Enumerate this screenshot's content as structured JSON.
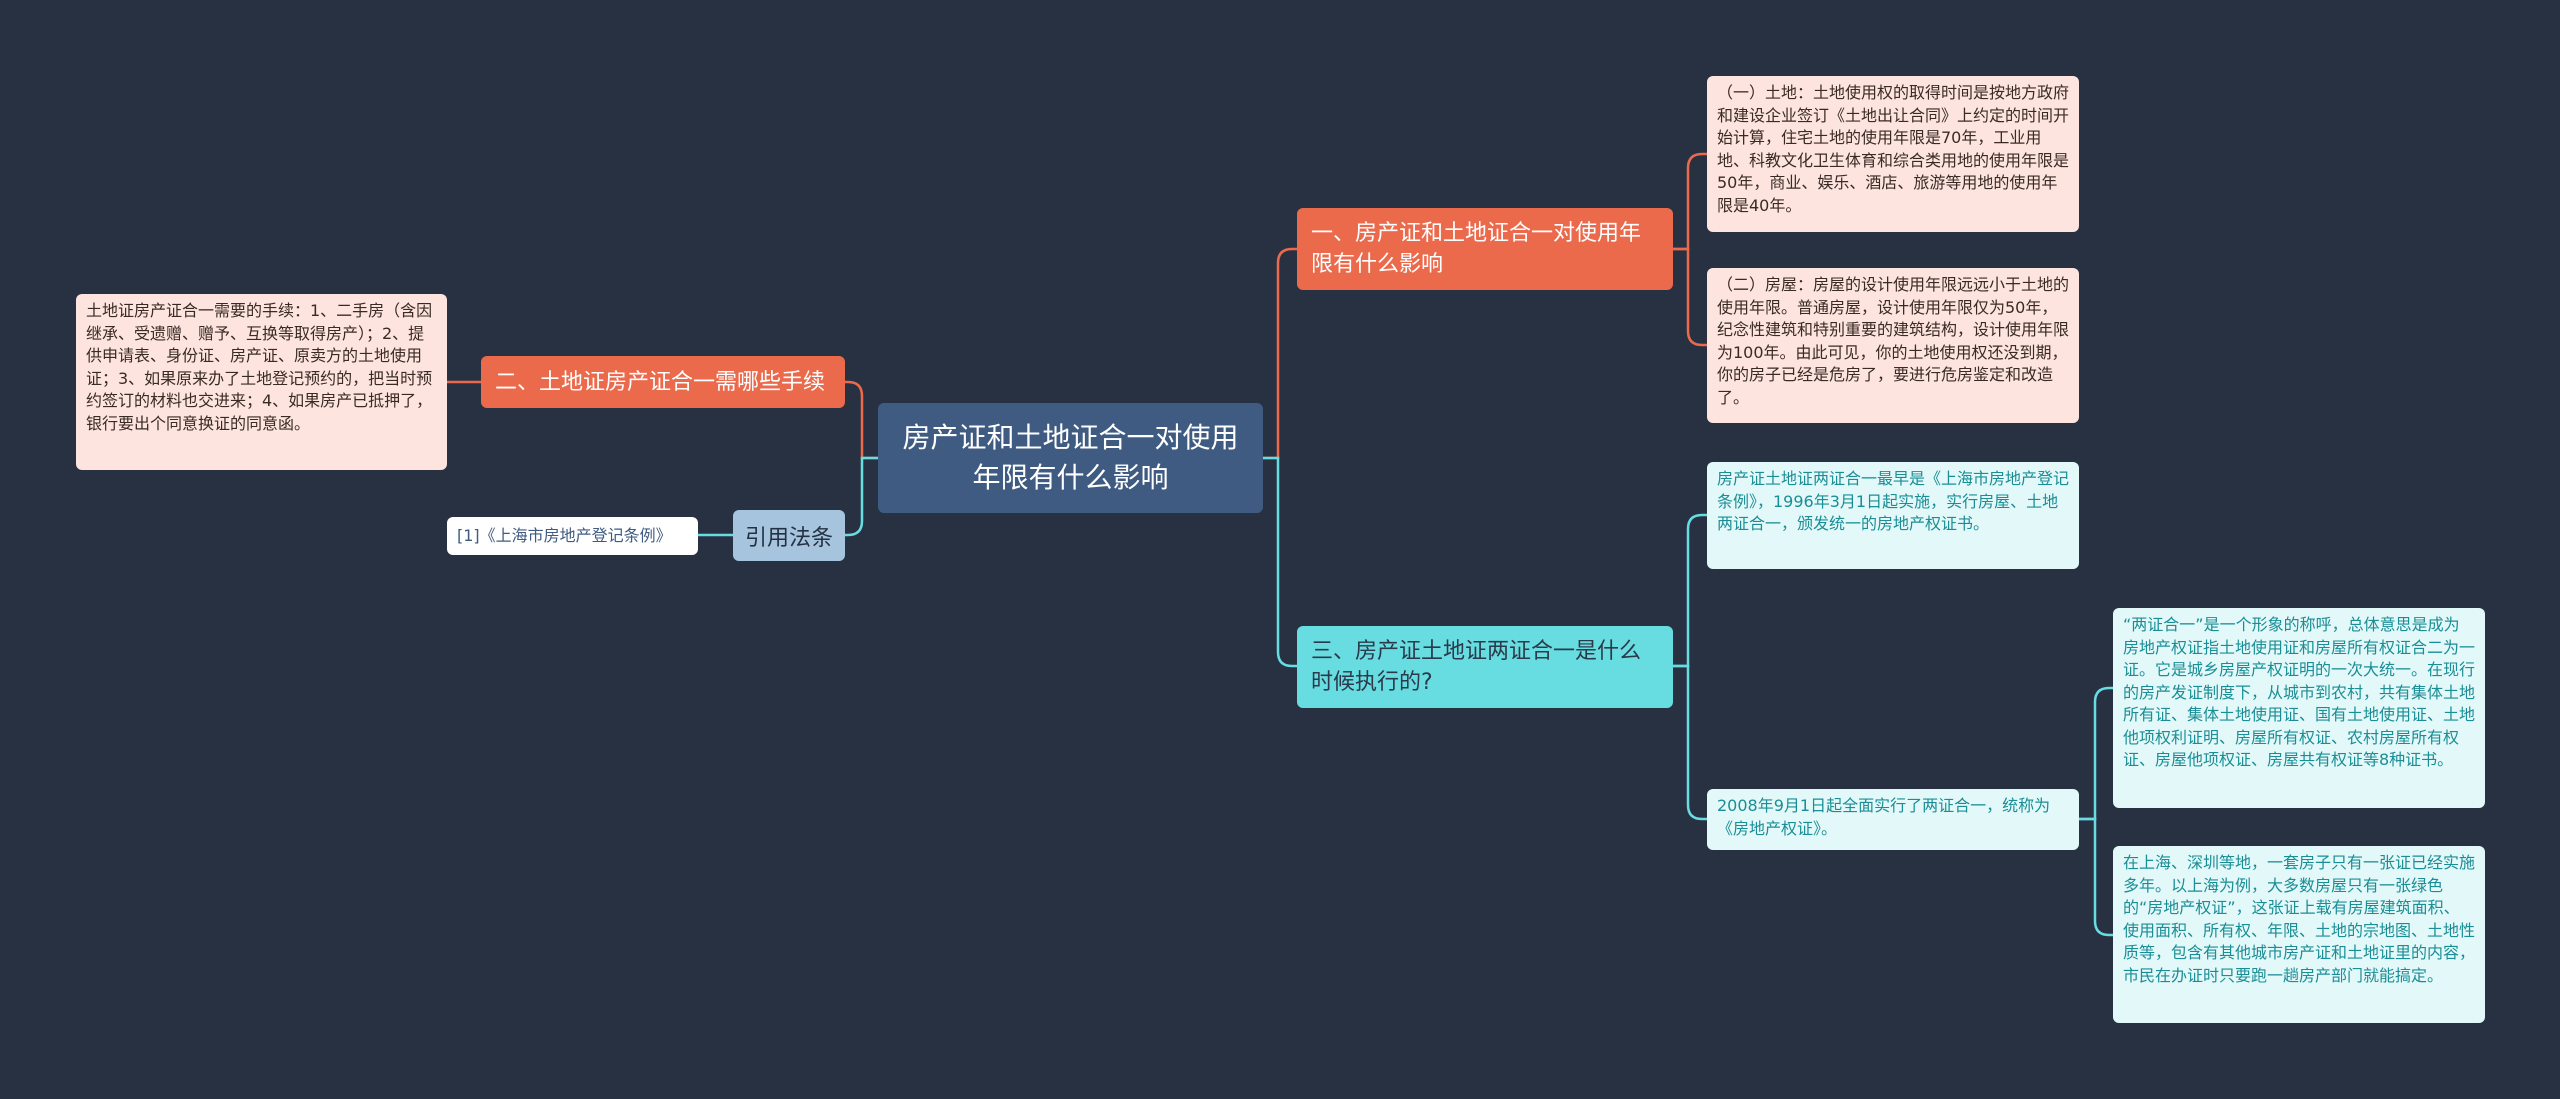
{
  "center": {
    "label": "房产证和土地证合一对使用年限有什么影响"
  },
  "branch1": {
    "label": "一、房产证和土地证合一对使用年限有什么影响",
    "leaves": [
      "（一）土地：土地使用权的取得时间是按地方政府和建设企业签订《土地出让合同》上约定的时间开始计算，住宅土地的使用年限是70年，工业用地、科教文化卫生体育和综合类用地的使用年限是50年，商业、娱乐、酒店、旅游等用地的使用年限是40年。",
      "（二）房屋：房屋的设计使用年限远远小于土地的使用年限。普通房屋，设计使用年限仅为50年，纪念性建筑和特别重要的建筑结构，设计使用年限为100年。由此可见，你的土地使用权还没到期，你的房子已经是危房了，要进行危房鉴定和改造了。"
    ]
  },
  "branch2": {
    "label": "二、土地证房产证合一需哪些手续",
    "leaf": "土地证房产证合一需要的手续：1、二手房（含因继承、受遗赠、赠予、互换等取得房产）；2、提供申请表、身份证、房产证、原卖方的土地使用证；3、如果原来办了土地登记预约的，把当时预约签订的材料也交进来；4、如果房产已抵押了，银行要出个同意换证的同意函。"
  },
  "branch3": {
    "label": "三、房产证土地证两证合一是什么时候执行的?",
    "leaf1": "房产证土地证两证合一最早是《上海市房地产登记条例》，1996年3月1日起实施，实行房屋、土地两证合一，颁发统一的房地产权证书。",
    "leaf2": {
      "label": "2008年9月1日起全面实行了两证合一，统称为《房地产权证》。",
      "children": [
        "“两证合一”是一个形象的称呼，总体意思是成为房地产权证指土地使用证和房屋所有权证合二为一证。它是城乡房屋产权证明的一次大统一。在现行的房产发证制度下，从城市到农村，共有集体土地所有证、集体土地使用证、国有土地使用证、土地他项权利证明、房屋所有权证、农村房屋所有权证、房屋他项权证、房屋共有权证等8种证书。",
        "在上海、深圳等地，一套房子只有一张证已经实施多年。以上海为例，大多数房屋只有一张绿色的“房地产权证”，这张证上载有房屋建筑面积、使用面积、所有权、年限、土地的宗地图、土地性质等，包含有其他城市房产证和土地证里的内容，市民在办证时只要跑一趟房产部门就能搞定。"
      ]
    }
  },
  "citation": {
    "label": "引用法条",
    "leaf": "[1]《上海市房地产登记条例》"
  },
  "colors": {
    "background": "#283142",
    "center": "#3f5b81",
    "orange": "#ec6a4c",
    "orange_leaf": "#fde4de",
    "cyan": "#67dde2",
    "cyan_leaf": "#e3f8f8",
    "blue": "#a7c4de"
  }
}
